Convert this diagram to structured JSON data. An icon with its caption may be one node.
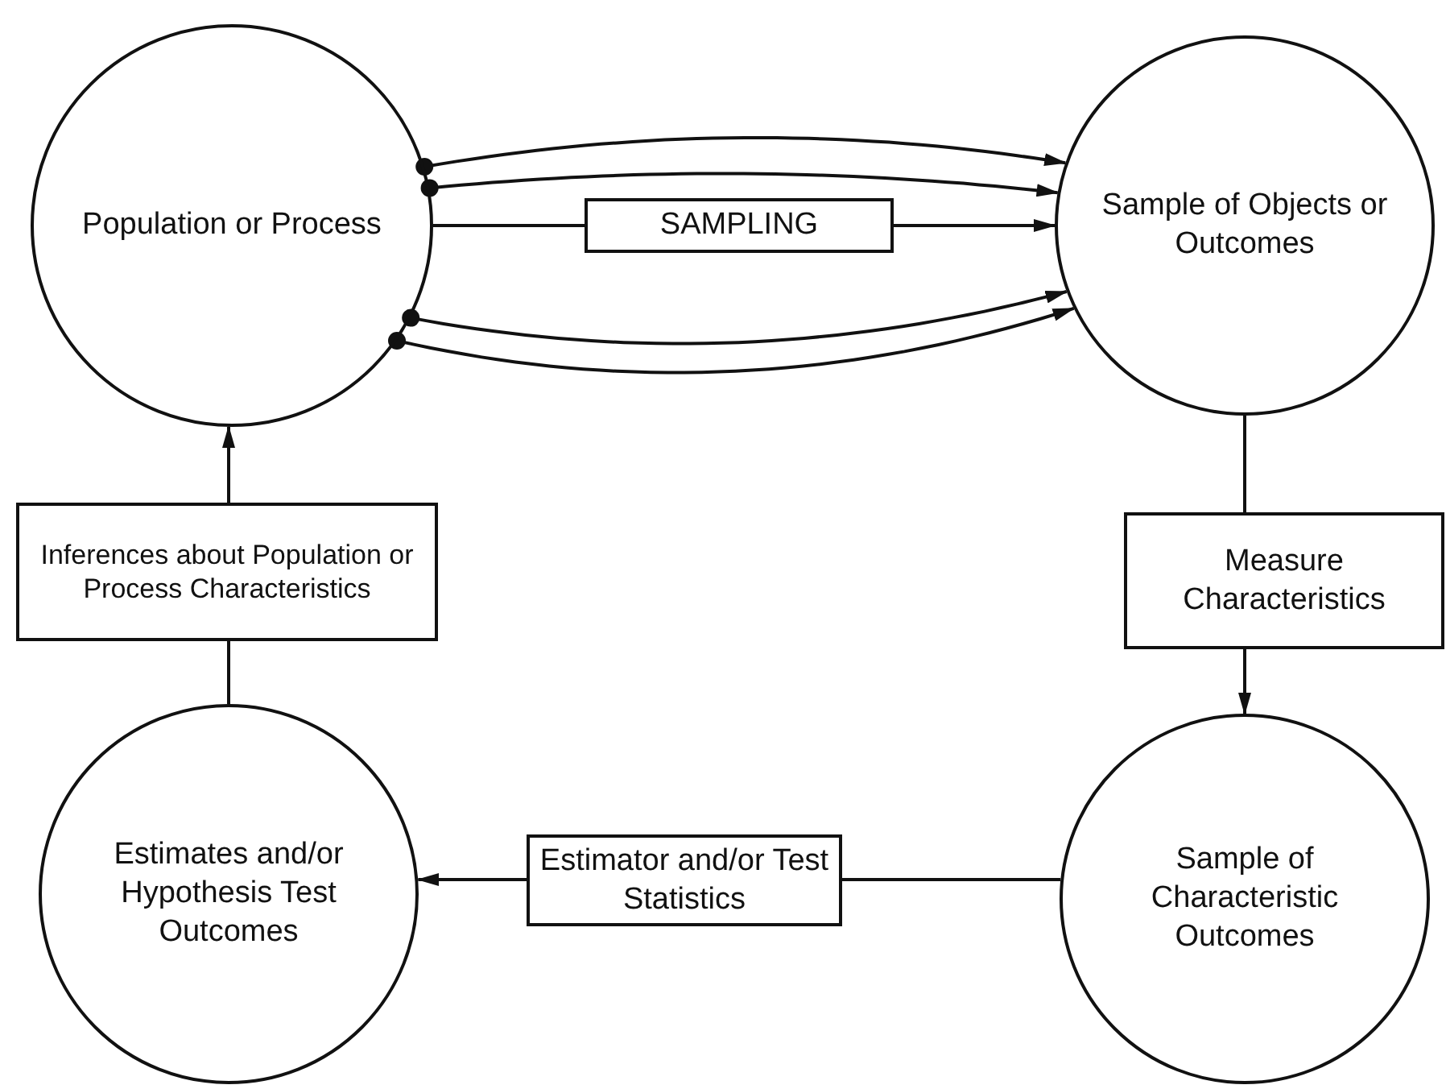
{
  "diagram": {
    "nodes": [
      {
        "text": [
          "Population or Process"
        ]
      },
      {
        "text": [
          "SAMPLING"
        ]
      },
      {
        "text": [
          "Sample of Objects or Outcomes"
        ]
      },
      {
        "text": [
          "Measure Characteristics"
        ]
      },
      {
        "text": [
          "Sample of Characteristic Outcomes"
        ]
      },
      {
        "text": [
          "Estimator and/or Test Statistics"
        ]
      },
      {
        "text": [
          "Estimates and/or Hypothesis Test Outcomes"
        ]
      },
      {
        "text": [
          "Inferences about Population or Process Characteristics"
        ]
      }
    ],
    "edges": [
      {
        "from": 0,
        "to": 1,
        "arrow": "none"
      },
      {
        "from": 1,
        "to": 2,
        "arrow": "to"
      },
      {
        "from": 0,
        "to": 2,
        "arrow": "to"
      },
      {
        "from": 0,
        "to": 2,
        "arrow": "to"
      },
      {
        "from": 0,
        "to": 2,
        "arrow": "to"
      },
      {
        "from": 0,
        "to": 2,
        "arrow": "to"
      },
      {
        "from": 2,
        "to": 3,
        "arrow": "none"
      },
      {
        "from": 3,
        "to": 4,
        "arrow": "to"
      },
      {
        "from": 4,
        "to": 5,
        "arrow": "none"
      },
      {
        "from": 5,
        "to": 6,
        "arrow": "to"
      },
      {
        "from": 6,
        "to": 7,
        "arrow": "none"
      },
      {
        "from": 7,
        "to": 0,
        "arrow": "to"
      }
    ]
  }
}
